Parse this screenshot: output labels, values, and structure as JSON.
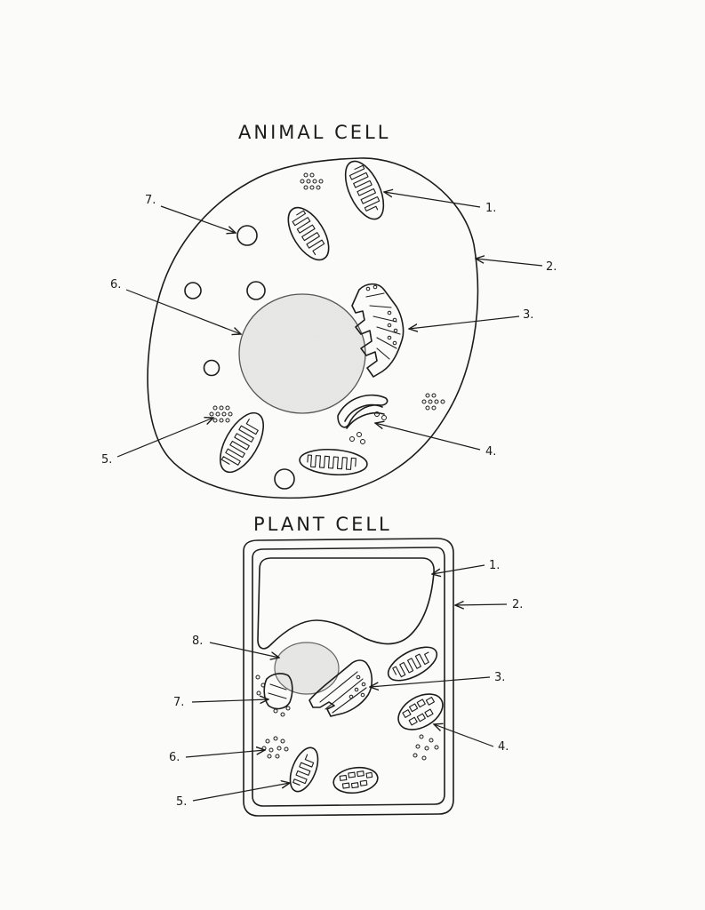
{
  "animal": {
    "title": "ANIMAL CELL",
    "labels": [
      "1.",
      "2.",
      "3.",
      "4.",
      "5.",
      "6.",
      "7."
    ]
  },
  "plant": {
    "title": "PLANT CELL",
    "labels": [
      "1.",
      "2.",
      "3.",
      "4.",
      "5.",
      "6.",
      "7.",
      "8."
    ]
  }
}
